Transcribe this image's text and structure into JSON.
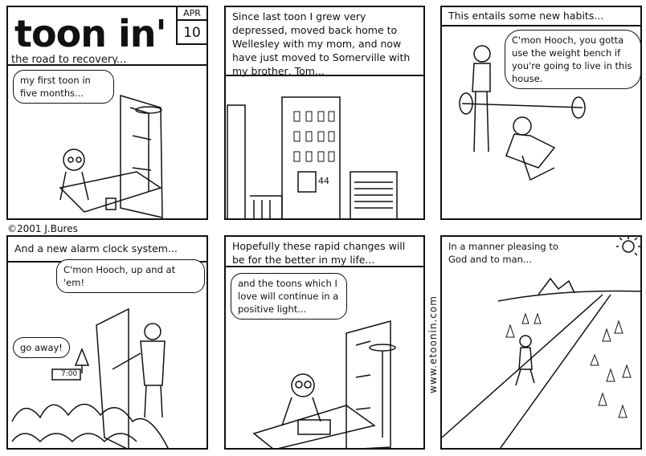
{
  "header": {
    "title": "toon in'",
    "month": "APR",
    "day": "10",
    "subtitle": "the road to recovery..."
  },
  "panels": [
    {
      "bubble": "my first toon in five months..."
    },
    {
      "caption": "Since last toon I grew very depressed, moved back home to Wellesley with my mom, and now have just moved to Somerville with my brother, Tom...",
      "address": "44"
    },
    {
      "caption": "This entails some new habits...",
      "bubble": "C'mon Hooch, you gotta use the weight bench if you're going to live in this house."
    },
    {
      "caption": "And a new alarm clock system...",
      "bubble": "C'mon Hooch, up and at 'em!",
      "bubble2": "go away!",
      "clock": "7:00"
    },
    {
      "caption": "Hopefully these rapid changes will be for the better in my life...",
      "bubble": "and the toons which I love will continue in a positive light..."
    },
    {
      "caption": "In a manner pleasing to God and to man..."
    }
  ],
  "copyright": "©2001 J.Bures",
  "url": "www.etoonin.com"
}
